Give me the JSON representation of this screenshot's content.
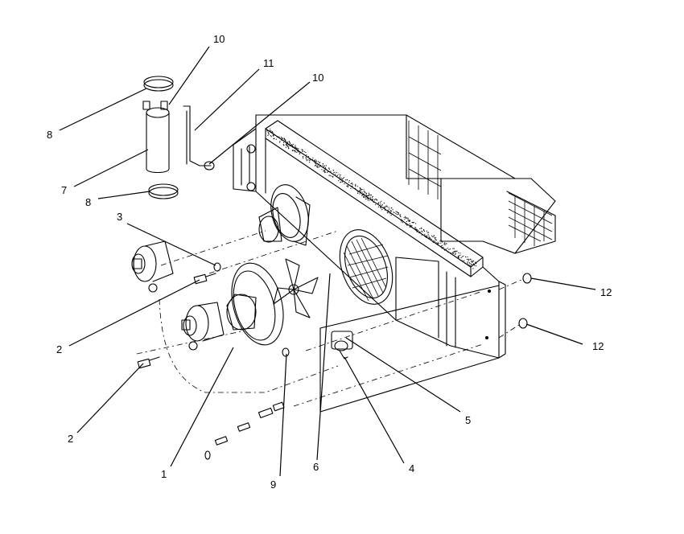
{
  "callouts": [
    {
      "id": "c-10a",
      "label": "10"
    },
    {
      "id": "c-11",
      "label": "11"
    },
    {
      "id": "c-10b",
      "label": "10"
    },
    {
      "id": "c-8a",
      "label": "8"
    },
    {
      "id": "c-7",
      "label": "7"
    },
    {
      "id": "c-8b",
      "label": "8"
    },
    {
      "id": "c-3",
      "label": "3"
    },
    {
      "id": "c-12a",
      "label": "12"
    },
    {
      "id": "c-12b",
      "label": "12"
    },
    {
      "id": "c-2a",
      "label": "2"
    },
    {
      "id": "c-2b",
      "label": "2"
    },
    {
      "id": "c-5",
      "label": "5"
    },
    {
      "id": "c-4",
      "label": "4"
    },
    {
      "id": "c-6",
      "label": "6"
    },
    {
      "id": "c-9",
      "label": "9"
    },
    {
      "id": "c-1",
      "label": "1"
    }
  ],
  "colors": {
    "ink": "#000000",
    "paper": "#ffffff"
  }
}
